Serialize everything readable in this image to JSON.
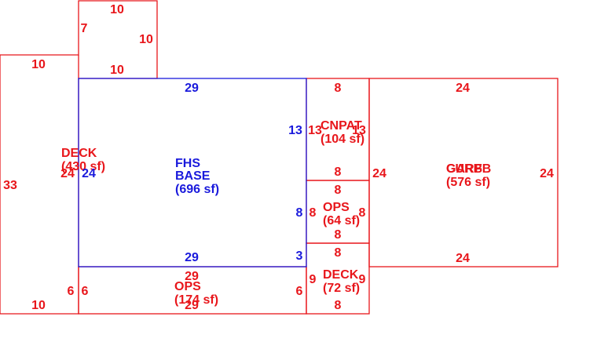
{
  "colors": {
    "primary": "#e8161b",
    "base": "#1a1adc",
    "background": "#ffffff"
  },
  "areas": {
    "deck_top": {
      "name": "DECK",
      "area": "(430 sf)"
    },
    "base": {
      "name_line1": "FHS",
      "name_line2": "BASE",
      "area": "(696 sf)"
    },
    "cnpat": {
      "name": "CNPAT",
      "area": "(104 sf)"
    },
    "garage": {
      "name_a": "GAR",
      "name_b": "FB",
      "name_c": "CURB",
      "area": "(576 sf)"
    },
    "ops_mid": {
      "name": "OPS",
      "area": "(64 sf)"
    },
    "ops_bottom": {
      "name": "OPS",
      "area": "(174 sf)"
    },
    "deck_bottom": {
      "name": "DECK",
      "area": "(72 sf)"
    }
  },
  "dimensions": {
    "top_notch_top": "10",
    "top_notch_left": "7",
    "top_notch_right": "10",
    "top_notch_bottom": "10",
    "deck_upper_left": "10",
    "deck_left": "33",
    "deck_bottom": "10",
    "deck_right_inner": "24",
    "base_top": "29",
    "base_left": "24",
    "base_right_upper": "13",
    "base_right_lower": "8",
    "base_right_bottom": "3",
    "base_bottom": "29",
    "cnpat_top": "8",
    "cnpat_left": "13",
    "cnpat_right": "13",
    "cnpat_bottom": "8",
    "ops_mid_top": "8",
    "ops_mid_left": "8",
    "ops_mid_right": "8",
    "ops_mid_bottom": "8",
    "deck_b_top": "8",
    "deck_b_left": "9",
    "deck_b_right": "9",
    "deck_b_bottom": "8",
    "garage_top": "24",
    "garage_left": "24",
    "garage_right": "24",
    "garage_bottom": "24",
    "ops_b_top": "29",
    "ops_b_left_outer": "6",
    "ops_b_left_inner": "6",
    "ops_b_right": "6",
    "ops_b_bottom": "29"
  }
}
